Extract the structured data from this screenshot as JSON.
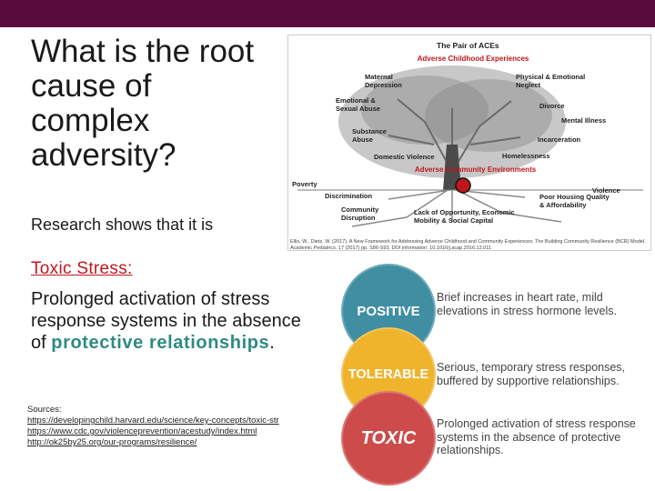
{
  "slide": {
    "title": "What is the root cause of complex adversity?",
    "research_text": "Research shows that it is",
    "toxic_heading": "Toxic Stress:",
    "definition_prefix": "Prolonged activation of stress response systems in the absence of ",
    "definition_emphasis": "protective relationships",
    "definition_suffix": ".",
    "sources_label": "Sources:",
    "sources": [
      "https://developingchild.harvard.edu/science/key-concepts/toxic-str",
      "https://www.cdc.gov/violenceprevention/acestudy/index.html",
      "http://ok25by25.org/our-programs/resilience/"
    ],
    "colors": {
      "topbar": "#5a0b3d",
      "toxic": "#c0171d",
      "protective": "#2e8b82"
    }
  },
  "tree": {
    "heading": "The Pair of ACEs",
    "top_band": "Adverse Childhood Experiences",
    "bottom_band": "Adverse Community Environments",
    "labels": {
      "maternal_depression": "Maternal Depression",
      "physical_neglect": "Physical & Emotional Neglect",
      "emotional_abuse": "Emotional & Sexual Abuse",
      "divorce": "Divorce",
      "mental_illness": "Mental Illness",
      "substance_abuse": "Substance Abuse",
      "incarceration": "Incarceration",
      "domestic_violence": "Domestic Violence",
      "homelessness": "Homelessness",
      "poverty": "Poverty",
      "violence": "Violence",
      "discrimination": "Discrimination",
      "poor_housing": "Poor Housing Quality & Affordability",
      "community_disruption": "Community Disruption",
      "lack_opportunity": "Lack of Opportunity, Economic Mobility & Social Capital"
    },
    "citation": "Ellis, W., Dietz, W. (2017). A New Framework for Addressing Adverse Childhood and Community Experiences: The Building Community Resilience (BCR) Model. Academic Pediatrics. 17 (2017) pp. S86-S93. DOI information: 10.1016/j.acap.2016.12.011"
  },
  "stress_levels": [
    {
      "label": "POSITIVE",
      "description": "Brief increases in heart rate, mild elevations in stress hormone levels.",
      "color": "#3f8ea2"
    },
    {
      "label": "TOLERABLE",
      "description": "Serious, temporary stress responses, buffered by supportive relationships.",
      "color": "#efb32c"
    },
    {
      "label": "TOXIC",
      "description": "Prolonged activation of stress response systems in the absence of protective relationships.",
      "color": "#cd4b4b"
    }
  ]
}
